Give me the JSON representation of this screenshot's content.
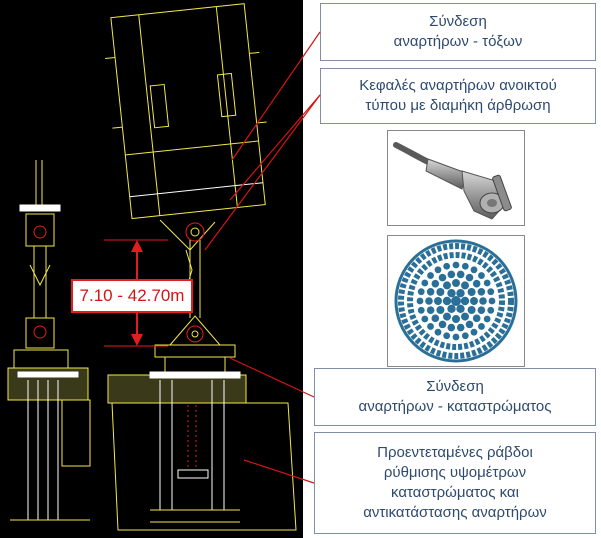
{
  "callouts": {
    "arch_connection": "Σύνδεση\nαναρτήρων - τόξων",
    "open_sockets": "Κεφαλές αναρτήρων  ανοικτού\nτύπου με διαμήκη άρθρωση",
    "deck_connection": "Σύνδεση\nαναρτήρων - καταστρώματος",
    "prestressed_rods": "Προεντεταμένες ράβδοι\nρύθμισης υψομέτρων\nκαταστρώματος και\nαντικατάστασης αναρτήρων"
  },
  "dimension": "7.10 - 42.70m",
  "colors": {
    "cad_background": "#000000",
    "cad_lines": "#f2e84b",
    "cad_white": "#ffffff",
    "leader_red": "#d41414",
    "callout_text": "#2e4a6f",
    "strand_blue": "#2a6f98"
  }
}
